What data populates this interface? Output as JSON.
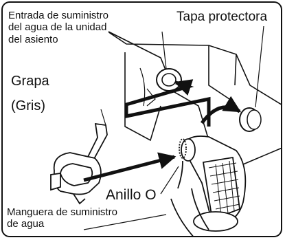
{
  "labels": {
    "entrada": "Entrada de suministro\ndel agua de la unidad\ndel asiento",
    "tapa": "Tapa protectora",
    "grapa": "Grapa",
    "gris": "(Gris)",
    "anillo": "Anillo O",
    "manguera": "Manguera de suministro\nde agua"
  },
  "colors": {
    "line": "#111111",
    "background": "#ffffff",
    "shading": "#9a9a9a"
  }
}
